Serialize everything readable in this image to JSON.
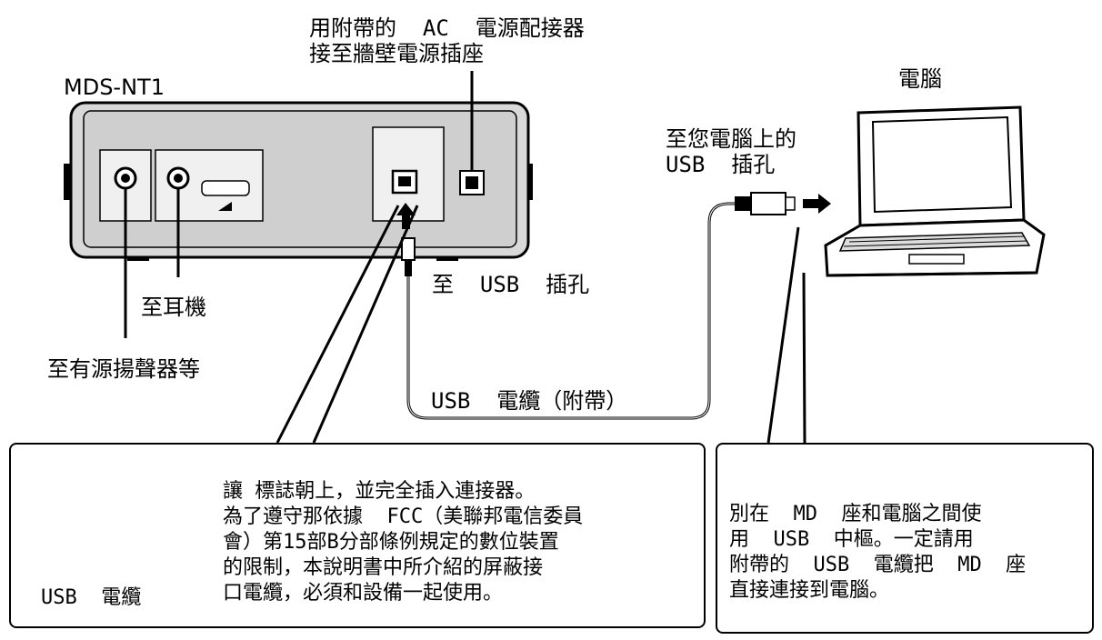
{
  "labels": {
    "device_model": "MDS-NT1",
    "ac_adapter": "用附帶的  AC  電源配接器\n接至牆壁電源插座",
    "computer": "電腦",
    "to_pc_usb": "至您電腦上的\nUSB  插孔",
    "to_usb_port": "至  USB  插孔",
    "to_headphones": "至耳機",
    "to_speakers": "至有源揚聲器等",
    "usb_cable_supplied": "USB  電纜（附帶）"
  },
  "notes": {
    "usb_cable_caption": "USB  電纜",
    "insert_instruction": "讓 標誌朝上，並完全插入連接器。\n為了遵守那依據  FCC（美聯邦電信委員\n會）第15部B分部條例規定的數位裝置\n的限制，本說明書中所介紹的屏蔽接\n口電纜，必須和設備一起使用。",
    "hub_warning": "別在  MD  座和電腦之間使\n用  USB  中樞。一定請用\n附帶的  USB  電纜把  MD  座\n直接連接到電腦。"
  },
  "colors": {
    "line": "#000000",
    "device_fill": "#d9d9d9",
    "panel_fill": "#f0f0f0",
    "cable": "#000000"
  }
}
